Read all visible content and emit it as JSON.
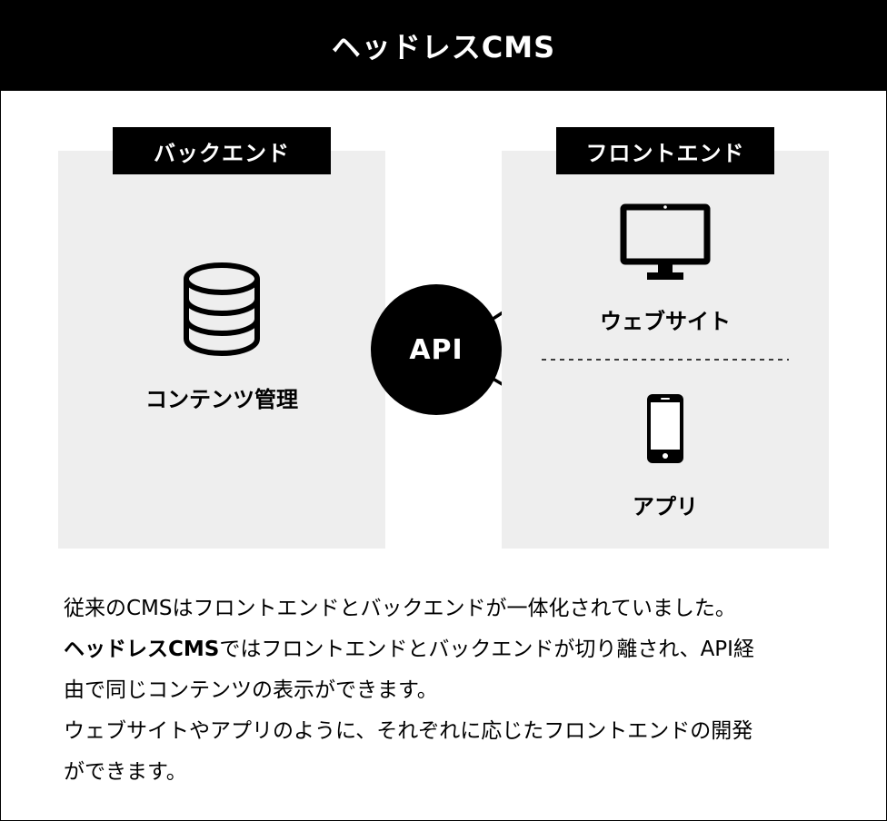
{
  "header": {
    "title": "ヘッドレスCMS"
  },
  "backend": {
    "tag": "バックエンド",
    "item_label": "コンテンツ管理",
    "icon": "database-icon"
  },
  "api": {
    "label": "API"
  },
  "frontend": {
    "tag": "フロントエンド",
    "items": [
      {
        "label": "ウェブサイト",
        "icon": "monitor-icon"
      },
      {
        "label": "アプリ",
        "icon": "smartphone-icon"
      }
    ]
  },
  "description": {
    "line1": "従来のCMSはフロントエンドとバックエンドが一体化されていました。",
    "line2_bold": "ヘッドレスCMS",
    "line2_rest": "ではフロントエンドとバックエンドが切り離され、API経",
    "line3": "由で同じコンテンツの表示ができます。",
    "line4": "ウェブサイトやアプリのように、それぞれに応じたフロントエンドの開発",
    "line5": "ができます。"
  },
  "colors": {
    "primary": "#000000",
    "panel_bg": "#eeeeee",
    "background": "#ffffff"
  }
}
